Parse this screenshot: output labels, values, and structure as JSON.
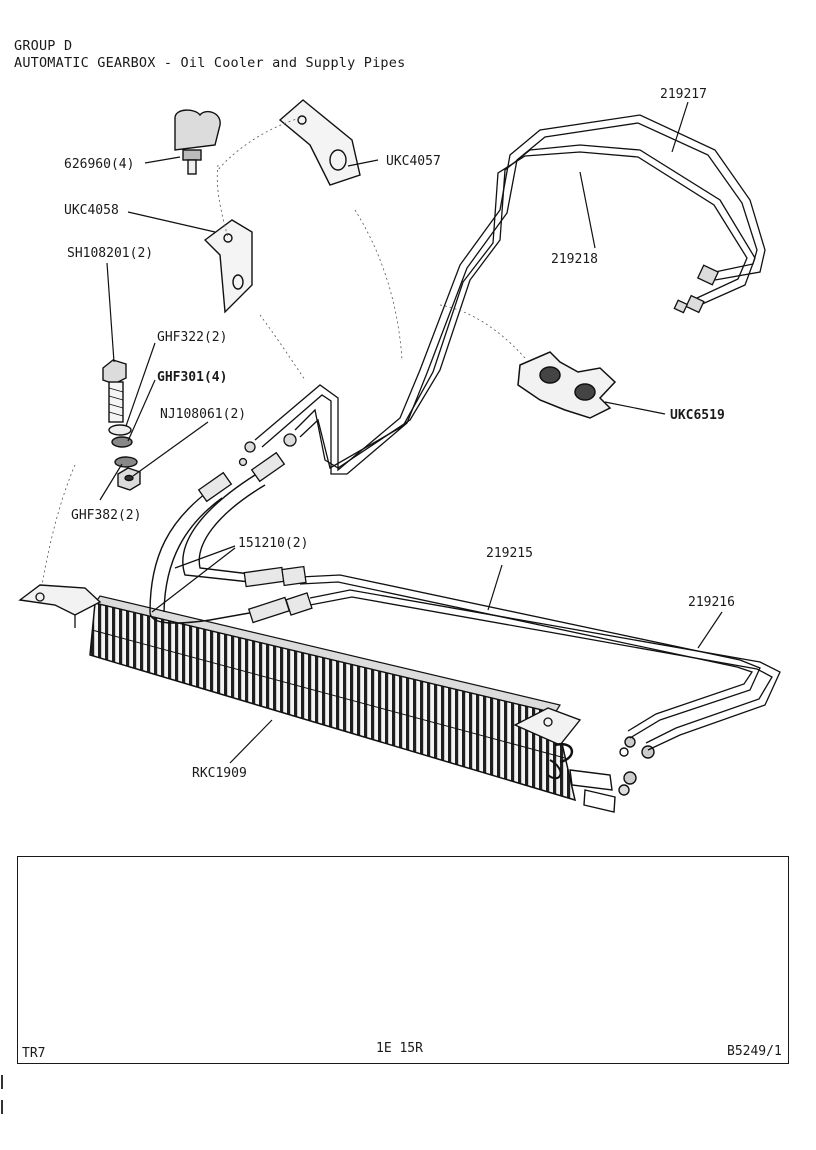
{
  "header": {
    "group": "GROUP D",
    "title": "AUTOMATIC GEARBOX - Oil Cooler and Supply Pipes"
  },
  "parts": {
    "p219217": "219217",
    "p626960": "626960(4)",
    "pUKC4057": "UKC4057",
    "pUKC4058": "UKC4058",
    "p219218": "219218",
    "pSH108201": "SH108201(2)",
    "pGHF322": "GHF322(2)",
    "pGHF301": "GHF301(4)",
    "pNJ108061": "NJ108061(2)",
    "pUKC6519": "UKC6519",
    "pGHF382": "GHF382(2)",
    "p151210": "151210(2)",
    "p219215": "219215",
    "p219216": "219216",
    "pRKC1909": "RKC1909"
  },
  "footer": {
    "model": "TR7",
    "page": "1E 15R",
    "ref": "B5249/1"
  }
}
